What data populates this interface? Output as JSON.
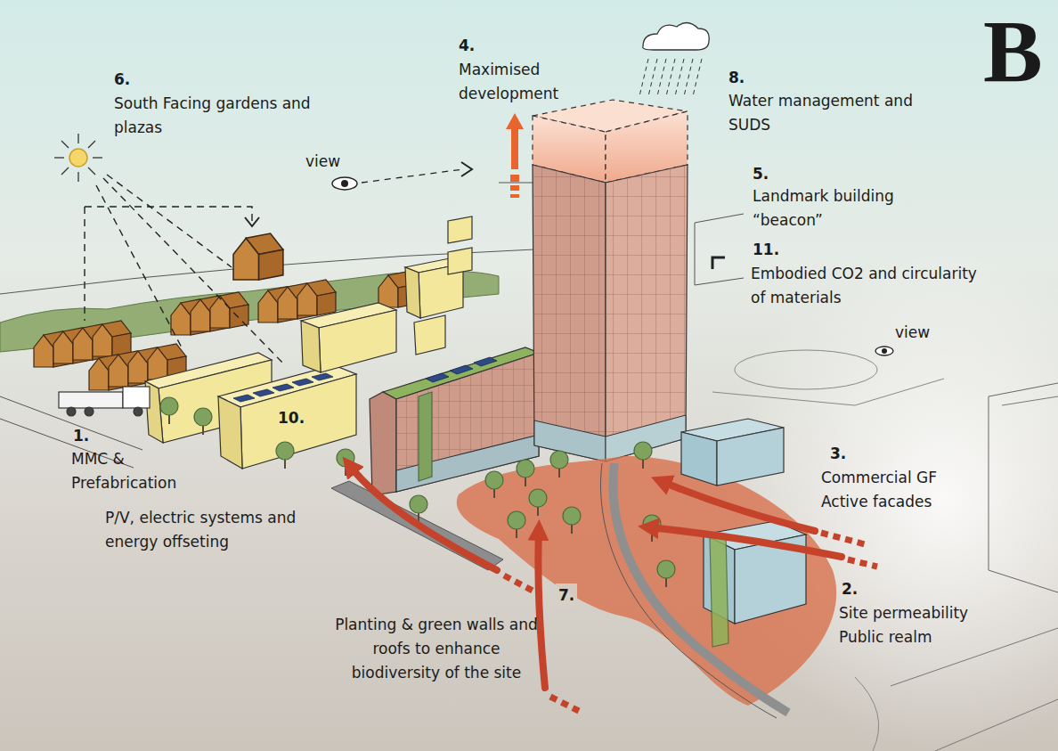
{
  "diagram": {
    "labels": [
      "6.",
      "South Facing gardens and plazas",
      "view",
      "4.",
      "Maximised development",
      "8.",
      "Water management and SUDS",
      "5.",
      "Landmark building “beacon”",
      "11.",
      "Embodied CO2 and circularity of materials",
      "view",
      "3.",
      "Commercial GF Active facades",
      "2.",
      "Site permeability Public realm",
      "7.",
      "Planting & green walls and roofs to enhance biodiversity of the site",
      "10.",
      "1.",
      "MMC & Prefabrication",
      "P/V, electric systems and energy offseting",
      "B"
    ]
  }
}
